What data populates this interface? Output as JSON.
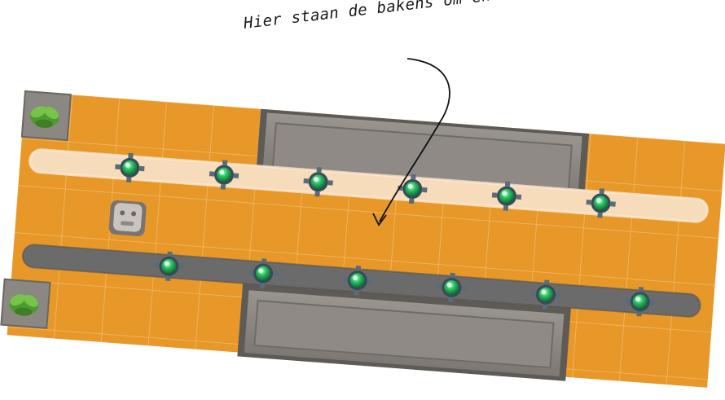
{
  "annotation": {
    "text": "Hier staan de bakens om-en-om"
  },
  "colors": {
    "sand": "#e99a2c",
    "sand_dark": "#d9851d",
    "light_lane": "#f7dcbc",
    "dark_lane": "#6b6b6b",
    "wall": "#8a8580",
    "beacon": "#2bbf62",
    "tile_line": "#f2b865"
  },
  "board": {
    "lanes": [
      "light-lane",
      "dark-lane"
    ],
    "beacons_light_lane": 6,
    "beacons_dark_lane": 6,
    "corner_items": [
      "plant",
      "plant"
    ],
    "unit": "stone-golem"
  }
}
